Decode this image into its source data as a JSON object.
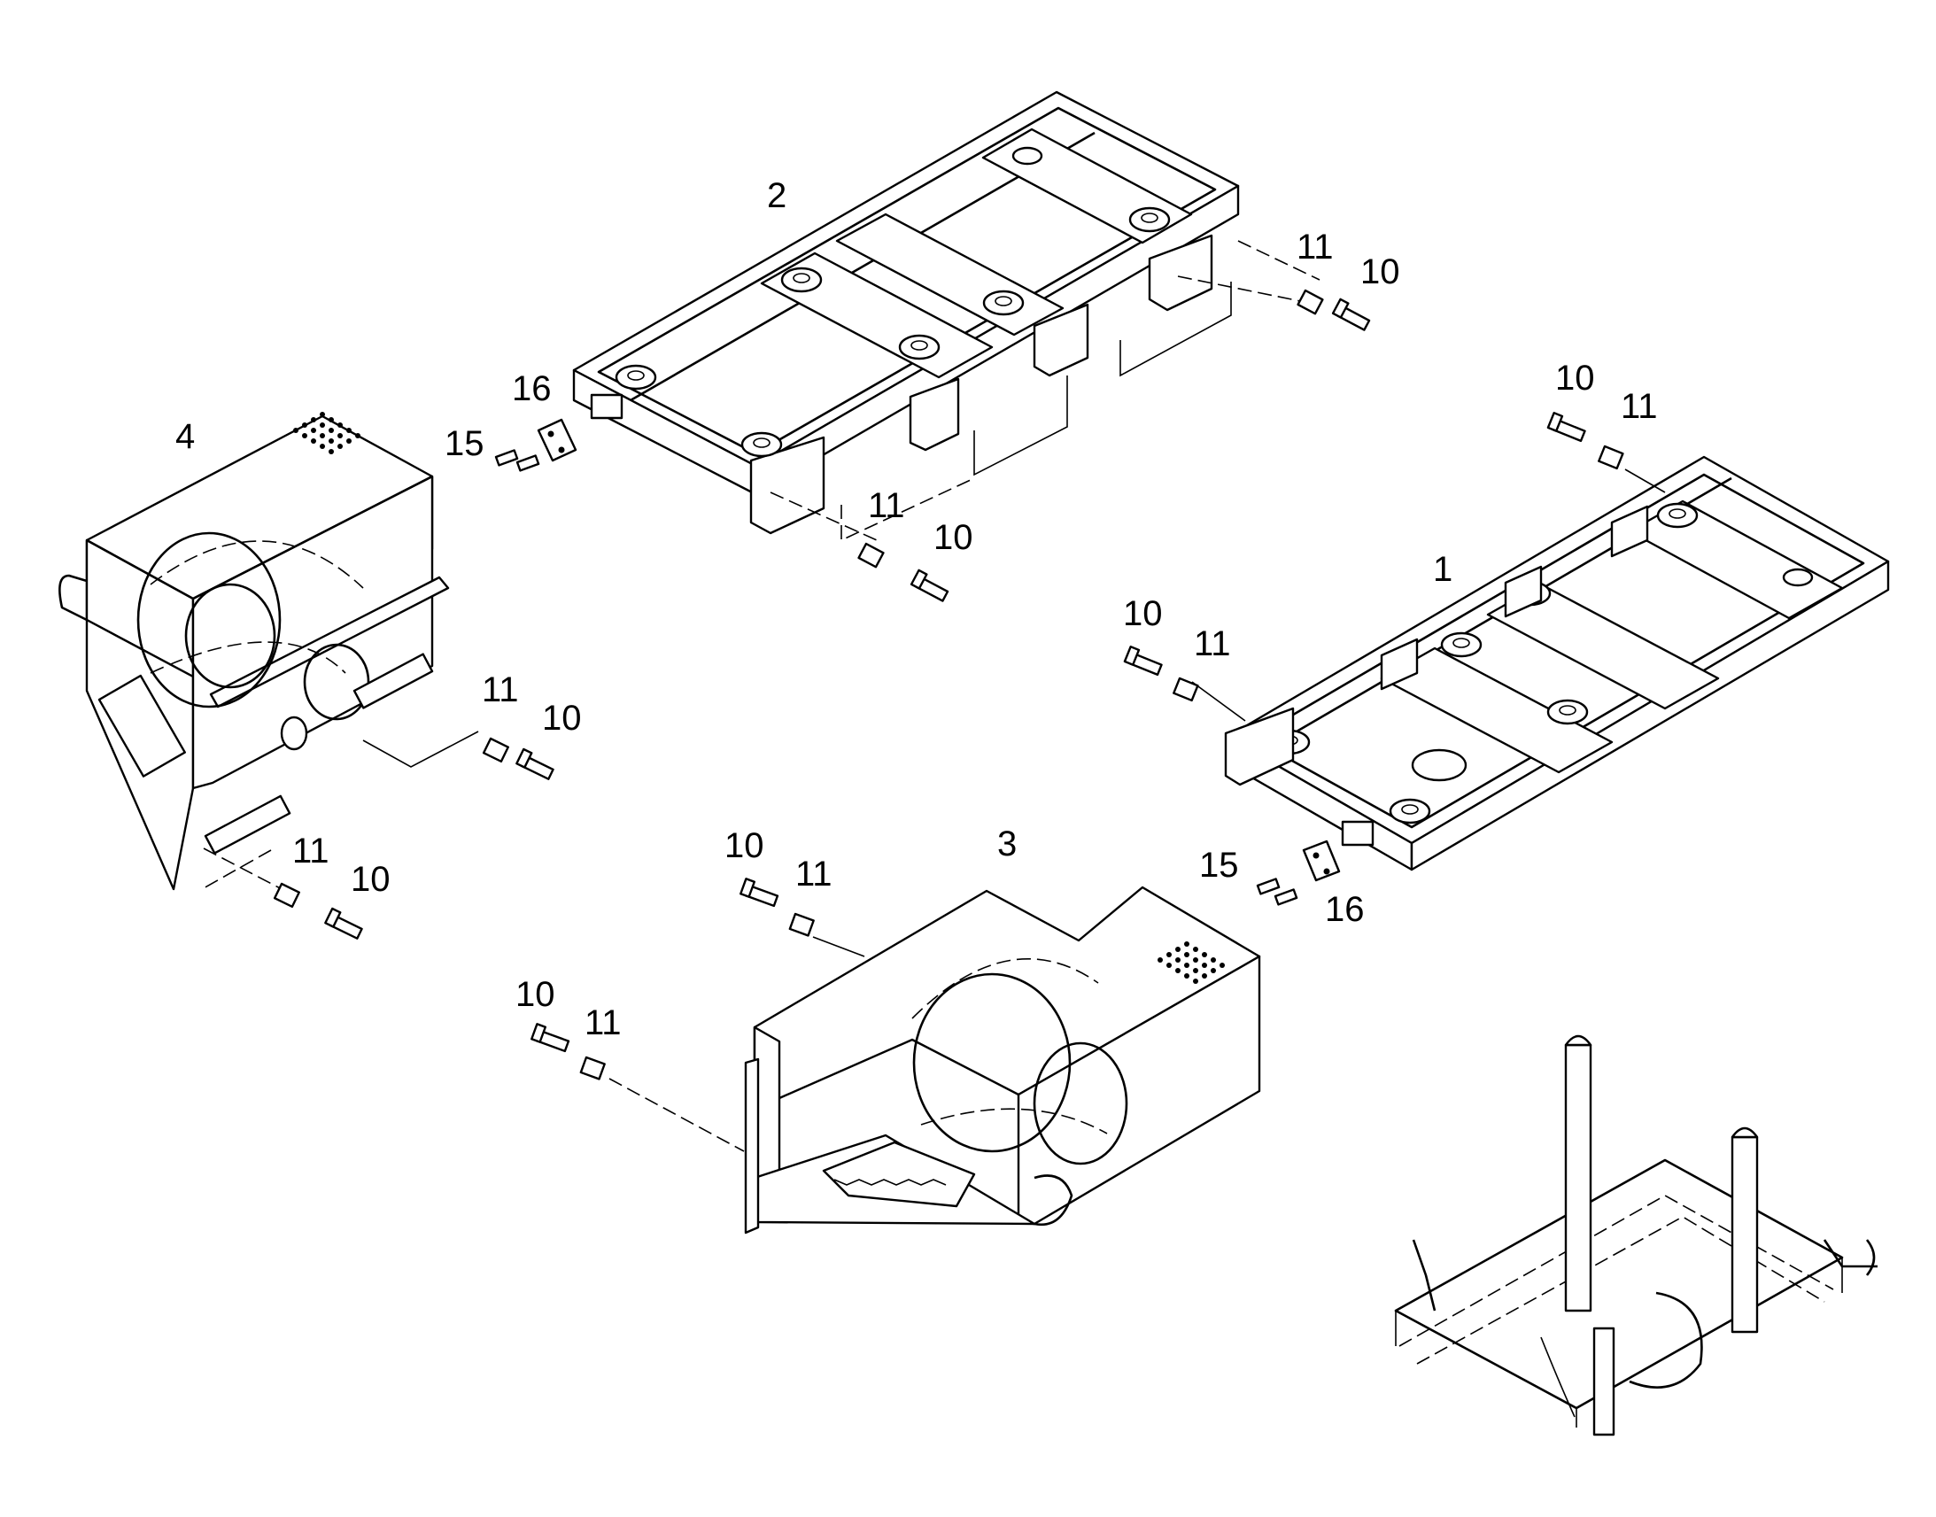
{
  "callouts": {
    "p2_label": "2",
    "p2_r11": "11",
    "p2_r10": "10",
    "p2_l16": "16",
    "p2_l15": "15",
    "p2_b11": "11",
    "p2_b10": "10",
    "p1_label": "1",
    "p1_t10": "10",
    "p1_t11": "11",
    "p1_l10": "10",
    "p1_l11": "11",
    "p1_b15": "15",
    "p1_b16": "16",
    "p4_label": "4",
    "p4_r11": "11",
    "p4_r10": "10",
    "p4_b11": "11",
    "p4_b10": "10",
    "p3_label": "3",
    "p3_t10": "10",
    "p3_t11": "11",
    "p3_l10": "10",
    "p3_l11": "11"
  }
}
